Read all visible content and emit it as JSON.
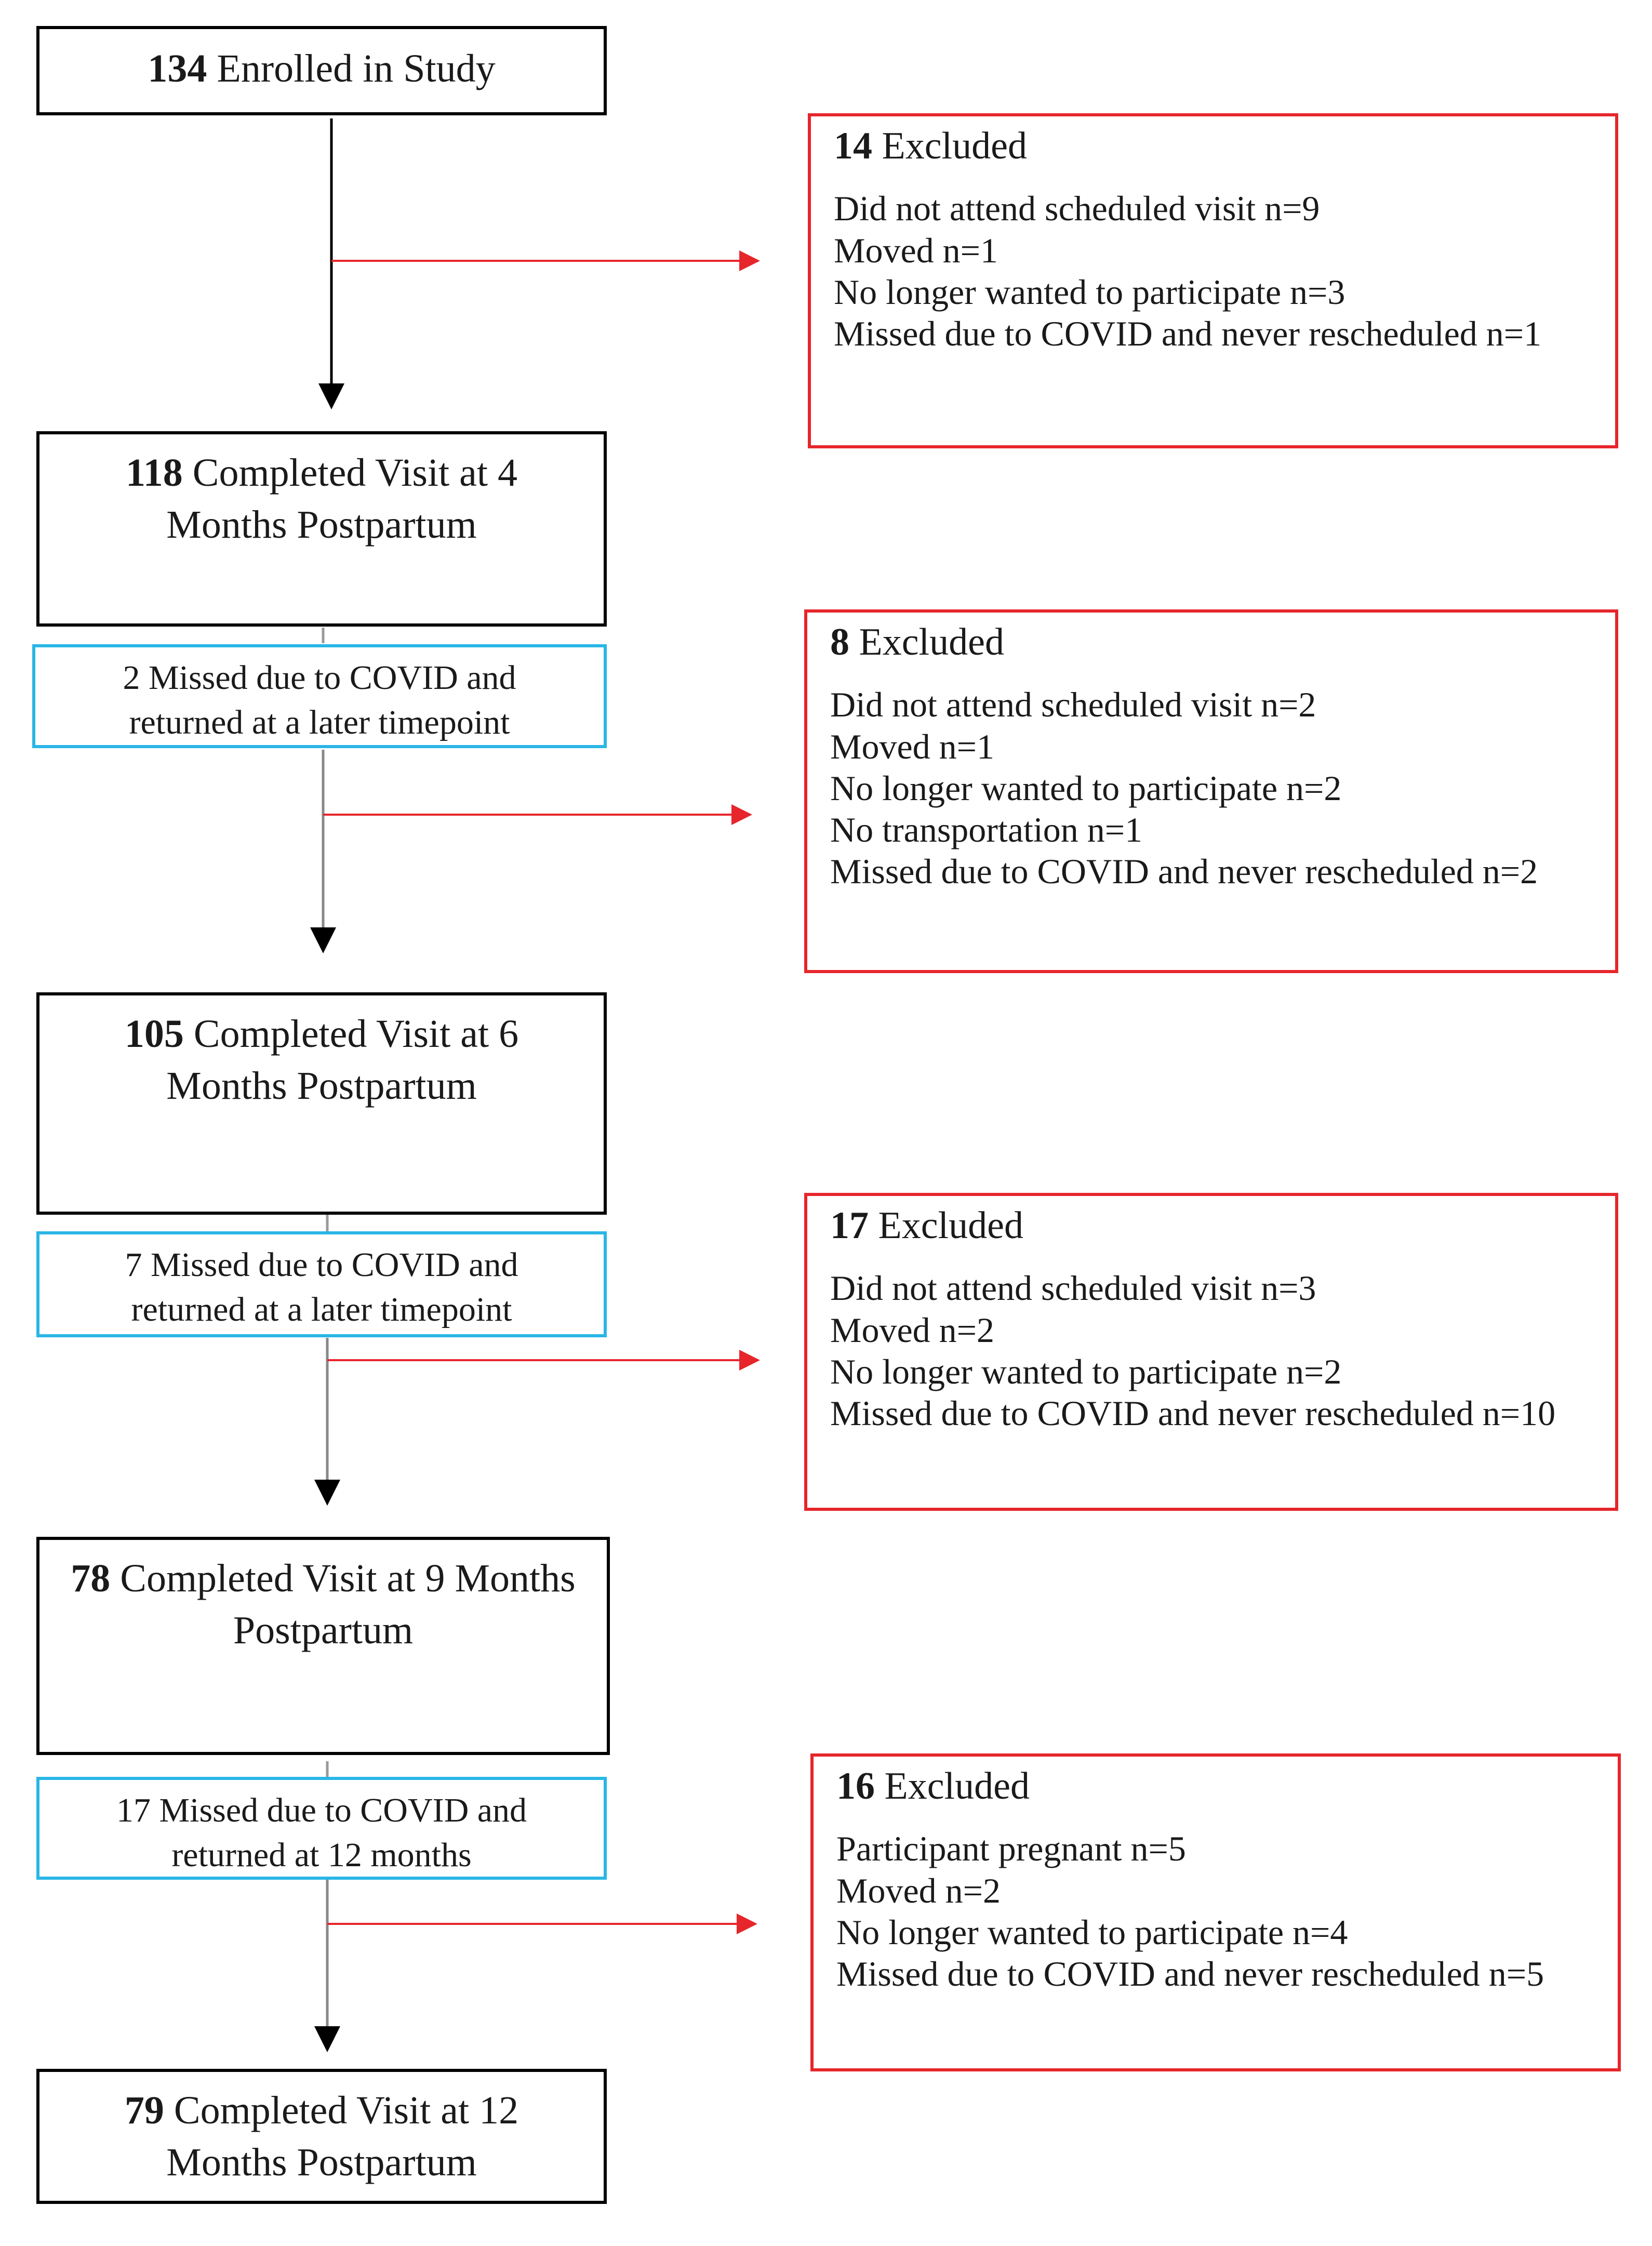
{
  "colors": {
    "main_border": "#000000",
    "transition_border": "#29b6e6",
    "excluded_border": "#e6262b",
    "exclusion_arrow": "#e6262b"
  },
  "stages": [
    {
      "count": "134",
      "label": "Enrolled in Study"
    },
    {
      "count": "118",
      "label": "Completed Visit at 4 Months Postpartum"
    },
    {
      "count": "105",
      "label": "Completed Visit at 6 Months Postpartum"
    },
    {
      "count": "78",
      "label": "Completed Visit at 9 Months Postpartum"
    },
    {
      "count": "79",
      "label": "Completed Visit at 12 Months Postpartum"
    }
  ],
  "transitions": [
    {
      "text": "2 Missed due to COVID and returned at a later timepoint"
    },
    {
      "text": "7 Missed due to COVID and returned at a later timepoint"
    },
    {
      "text": "17 Missed due to COVID and returned at 12 months"
    }
  ],
  "exclusions": [
    {
      "count": "14",
      "label": "Excluded",
      "items": [
        "Did not attend scheduled visit n=9",
        "Moved n=1",
        "No longer wanted to participate n=3",
        "Missed due to COVID and never rescheduled n=1"
      ]
    },
    {
      "count": "8",
      "label": "Excluded",
      "items": [
        "Did not attend scheduled visit n=2",
        "Moved n=1",
        "No longer wanted to participate n=2",
        "No transportation n=1",
        "Missed due to COVID and never rescheduled n=2"
      ]
    },
    {
      "count": "17",
      "label": "Excluded",
      "items": [
        "Did not attend scheduled visit n=3",
        "Moved n=2",
        "No longer wanted to participate n=2",
        "Missed due to COVID and never rescheduled n=10"
      ]
    },
    {
      "count": "16",
      "label": "Excluded",
      "items": [
        "Participant pregnant n=5",
        "Moved n=2",
        "No longer wanted to participate n=4",
        "Missed due to COVID and never rescheduled n=5"
      ]
    }
  ]
}
